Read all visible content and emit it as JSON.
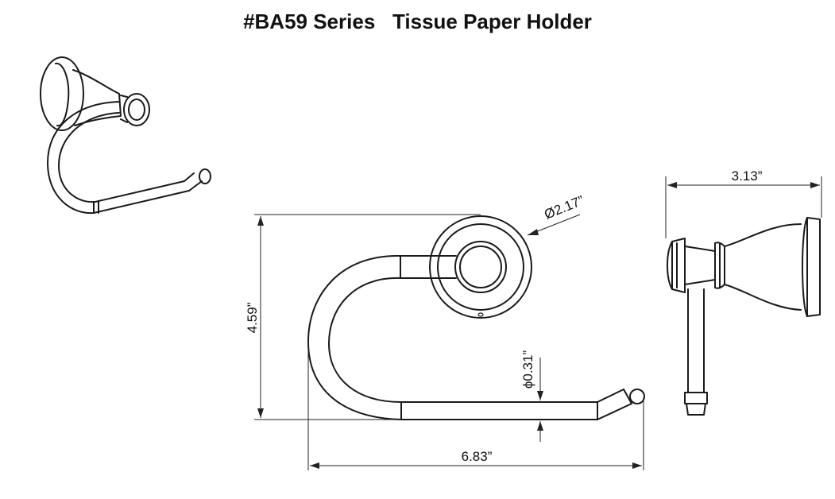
{
  "title": {
    "series": "#BA59 Series",
    "product": "Tissue Paper Holder"
  },
  "dimensions": {
    "height": "4.59”",
    "width": "6.83”",
    "plate_diameter": "Ø2.17”",
    "rod_diameter": "ϕ0.31”",
    "depth": "3.13”"
  }
}
